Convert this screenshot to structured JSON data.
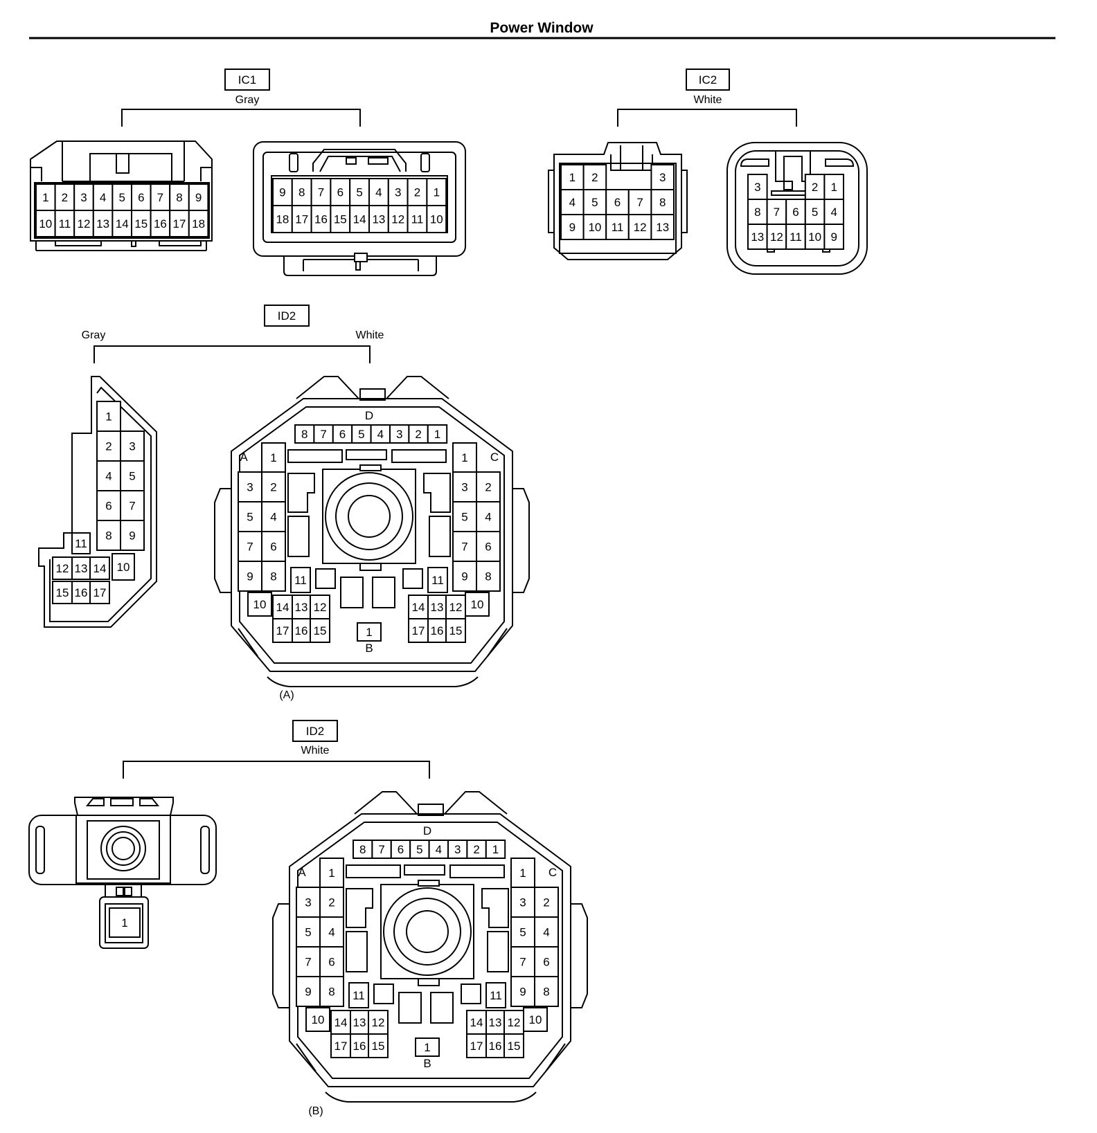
{
  "title": "Power Window",
  "ic1": {
    "id": "IC1",
    "color": "Gray"
  },
  "ic2": {
    "id": "IC2",
    "color": "White"
  },
  "id2a": {
    "id": "ID2",
    "color_left": "Gray",
    "color_right": "White",
    "caption": "(A)"
  },
  "id2b": {
    "id": "ID2",
    "color": "White",
    "caption": "(B)"
  },
  "big_connector": {
    "section_labels": {
      "a": "A",
      "b": "B",
      "c": "C",
      "d": "D"
    },
    "d_pins": [
      "8",
      "7",
      "6",
      "5",
      "4",
      "3",
      "2",
      "1"
    ],
    "a_pins": [
      "1",
      "3",
      "2",
      "5",
      "4",
      "7",
      "6",
      "9",
      "8",
      "11",
      "10",
      "14",
      "13",
      "12",
      "17",
      "16",
      "15"
    ],
    "c_pins": [
      "1",
      "3",
      "2",
      "5",
      "4",
      "7",
      "6",
      "9",
      "8",
      "11",
      "14",
      "13",
      "12",
      "10",
      "17",
      "16",
      "15"
    ],
    "b_pins": [
      "1"
    ]
  },
  "ic1_left_pins": [
    "1",
    "2",
    "3",
    "4",
    "5",
    "6",
    "7",
    "8",
    "9",
    "10",
    "11",
    "12",
    "13",
    "14",
    "15",
    "16",
    "17",
    "18"
  ],
  "ic1_right_pins": [
    "9",
    "8",
    "7",
    "6",
    "5",
    "4",
    "3",
    "2",
    "1",
    "18",
    "17",
    "16",
    "15",
    "14",
    "13",
    "12",
    "11",
    "10"
  ],
  "ic2_left_pins": [
    "1",
    "2",
    "3",
    "4",
    "5",
    "6",
    "7",
    "8",
    "9",
    "10",
    "11",
    "12",
    "13"
  ],
  "ic2_right_pins": [
    "3",
    "2",
    "1",
    "8",
    "7",
    "6",
    "5",
    "4",
    "13",
    "12",
    "11",
    "10",
    "9"
  ],
  "id2a_gray_pins": [
    "1",
    "2",
    "3",
    "4",
    "5",
    "6",
    "7",
    "8",
    "9",
    "11",
    "10",
    "12",
    "13",
    "14",
    "15",
    "16",
    "17"
  ],
  "id2b_small_pins": [
    "1"
  ]
}
